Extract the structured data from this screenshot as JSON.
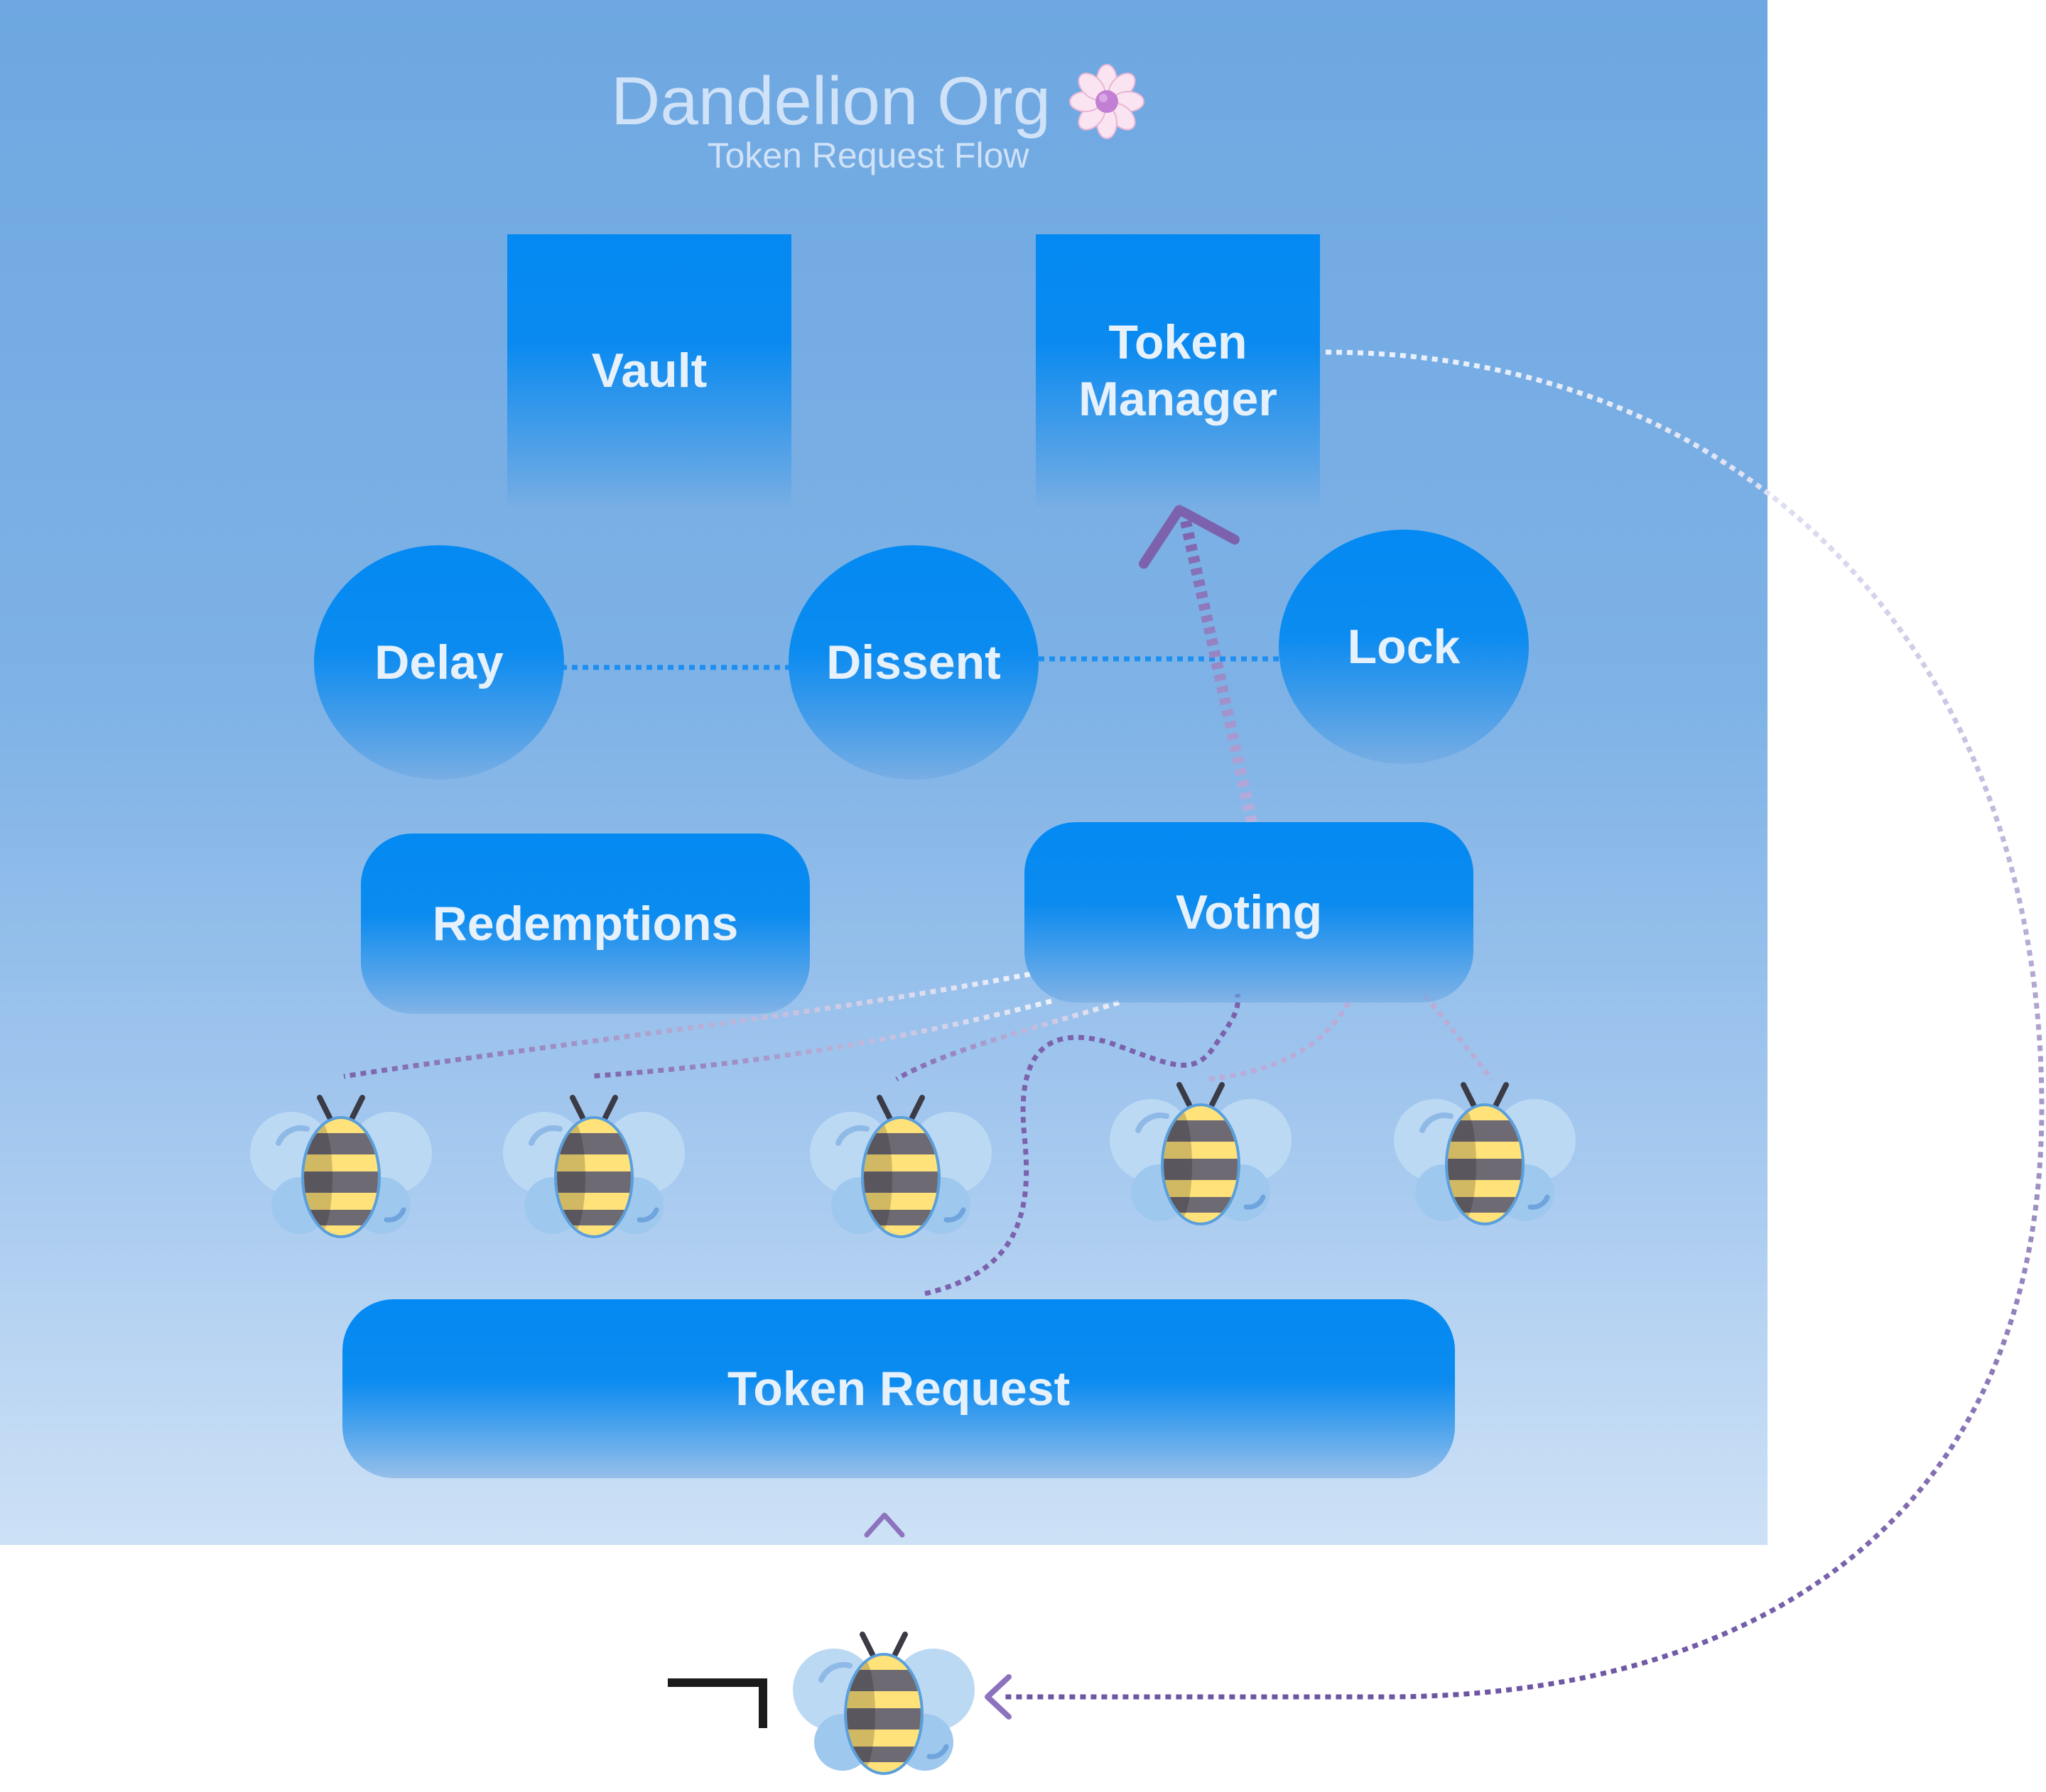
{
  "header": {
    "title": "Dandelion Org",
    "title_icon": "flower-icon",
    "subtitle": "Token Request Flow"
  },
  "nodes": {
    "vault": "Vault",
    "token_manager_line1": "Token",
    "token_manager_line2": "Manager",
    "delay": "Delay",
    "dissent": "Dissent",
    "lock": "Lock",
    "redemptions": "Redemptions",
    "voting": "Voting",
    "token_request": "Token Request"
  },
  "icons": {
    "member": "bee-icon",
    "requester": "bee-icon",
    "corner": "bracket-icon"
  },
  "colors": {
    "panel_top": "#6ea7e1",
    "panel_bottom": "#cde1f6",
    "node_blue": "#038af2",
    "connector_blue": "#1f8ef1",
    "flow_purple": "#7c62ad",
    "text_light": "#e6f1fc"
  }
}
